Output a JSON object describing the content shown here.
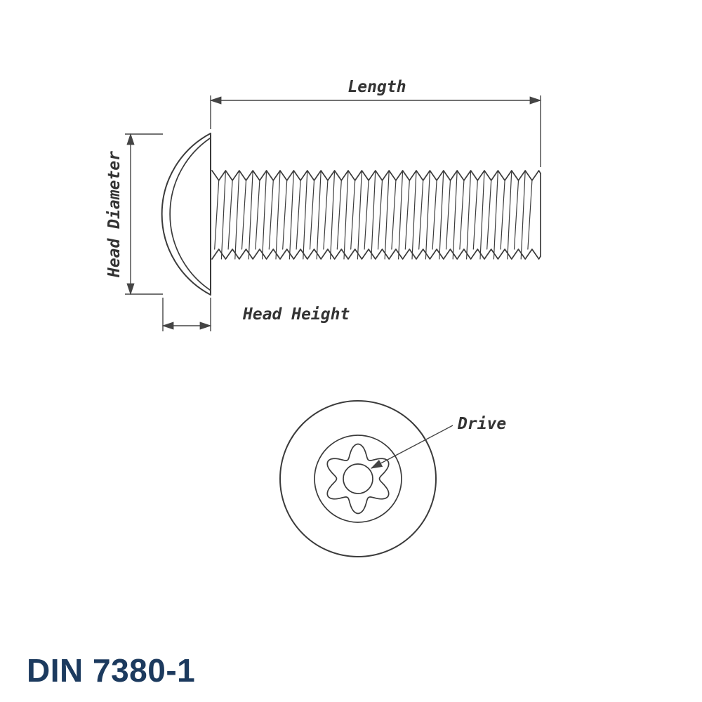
{
  "title": "DIN 7380-1",
  "labels": {
    "length": "Length",
    "head_diameter": "Head Diameter",
    "head_height": "Head Height",
    "drive": "Drive"
  },
  "colors": {
    "line": "#3b3b3b",
    "dimension": "#444444",
    "label_text": "#333333",
    "title": "#1c3a5e",
    "background": "#ffffff"
  }
}
